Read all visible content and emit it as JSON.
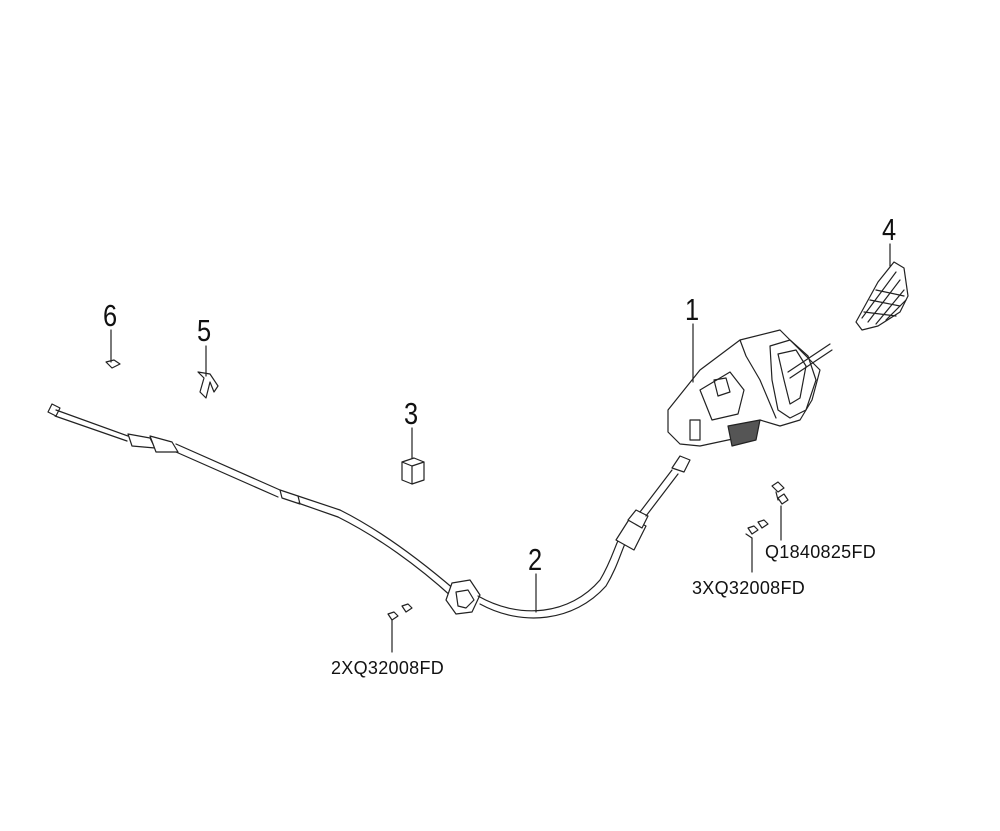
{
  "callouts": {
    "c1": "1",
    "c2": "2",
    "c3": "3",
    "c4": "4",
    "c5": "5",
    "c6": "6"
  },
  "part_codes": {
    "bolt": "Q1840825FD",
    "nut_group_right": "3XQ32008FD",
    "nut_group_bottom": "2XQ32008FD"
  },
  "colors": {
    "line": "#222222",
    "background": "#ffffff"
  }
}
